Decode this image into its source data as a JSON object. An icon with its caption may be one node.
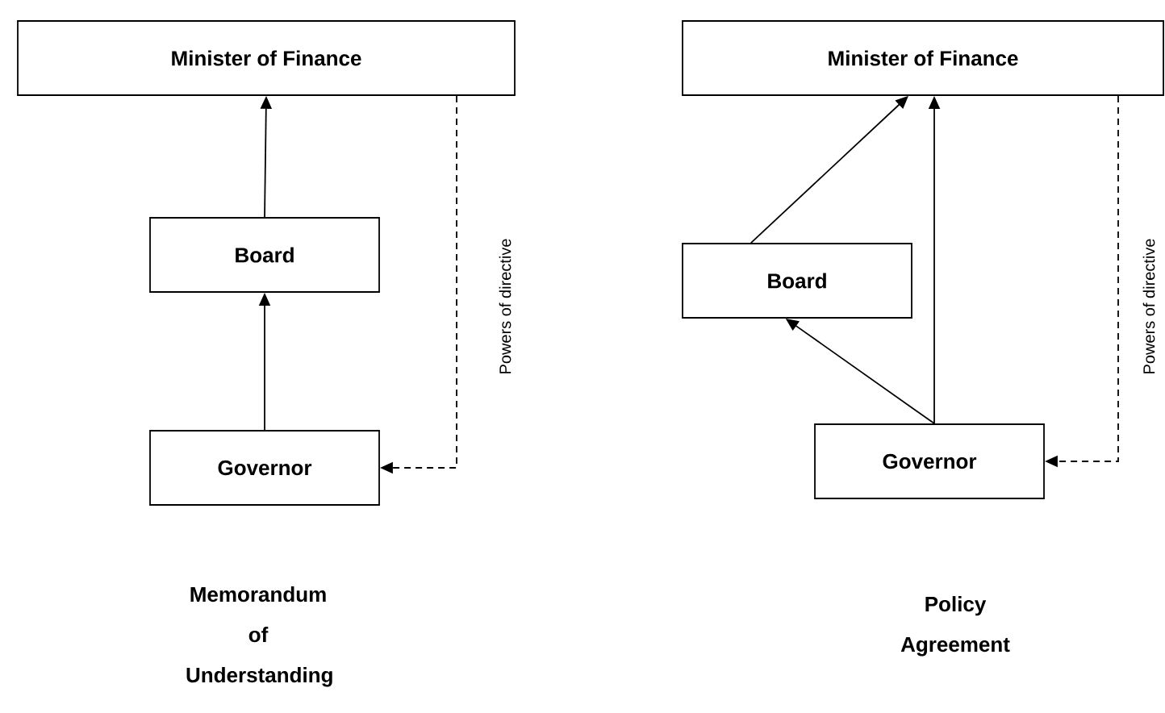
{
  "diagram": {
    "nodes": [
      {
        "text": [
          "Minister of Finance"
        ]
      },
      {
        "text": [
          "Board"
        ]
      },
      {
        "text": [
          "Governor"
        ]
      },
      {
        "text": [
          "Minister of Finance"
        ]
      },
      {
        "text": [
          "Board"
        ]
      },
      {
        "text": [
          "Governor"
        ]
      }
    ],
    "edges": [
      {
        "from": 1,
        "to": 0,
        "arrow": "to"
      },
      {
        "from": 2,
        "to": 1,
        "arrow": "to"
      },
      {
        "from": 0,
        "to": 2,
        "arrow": "to",
        "style": "dashed",
        "label": "Powers of directive"
      },
      {
        "from": 4,
        "to": 3,
        "arrow": "to"
      },
      {
        "from": 5,
        "to": 3,
        "arrow": "to"
      },
      {
        "from": 5,
        "to": 4,
        "arrow": "to"
      },
      {
        "from": 3,
        "to": 5,
        "arrow": "to",
        "style": "dashed",
        "label": "Powers of directive"
      }
    ],
    "labels": [
      "Memorandum of Understanding",
      "Policy Agreement"
    ]
  }
}
